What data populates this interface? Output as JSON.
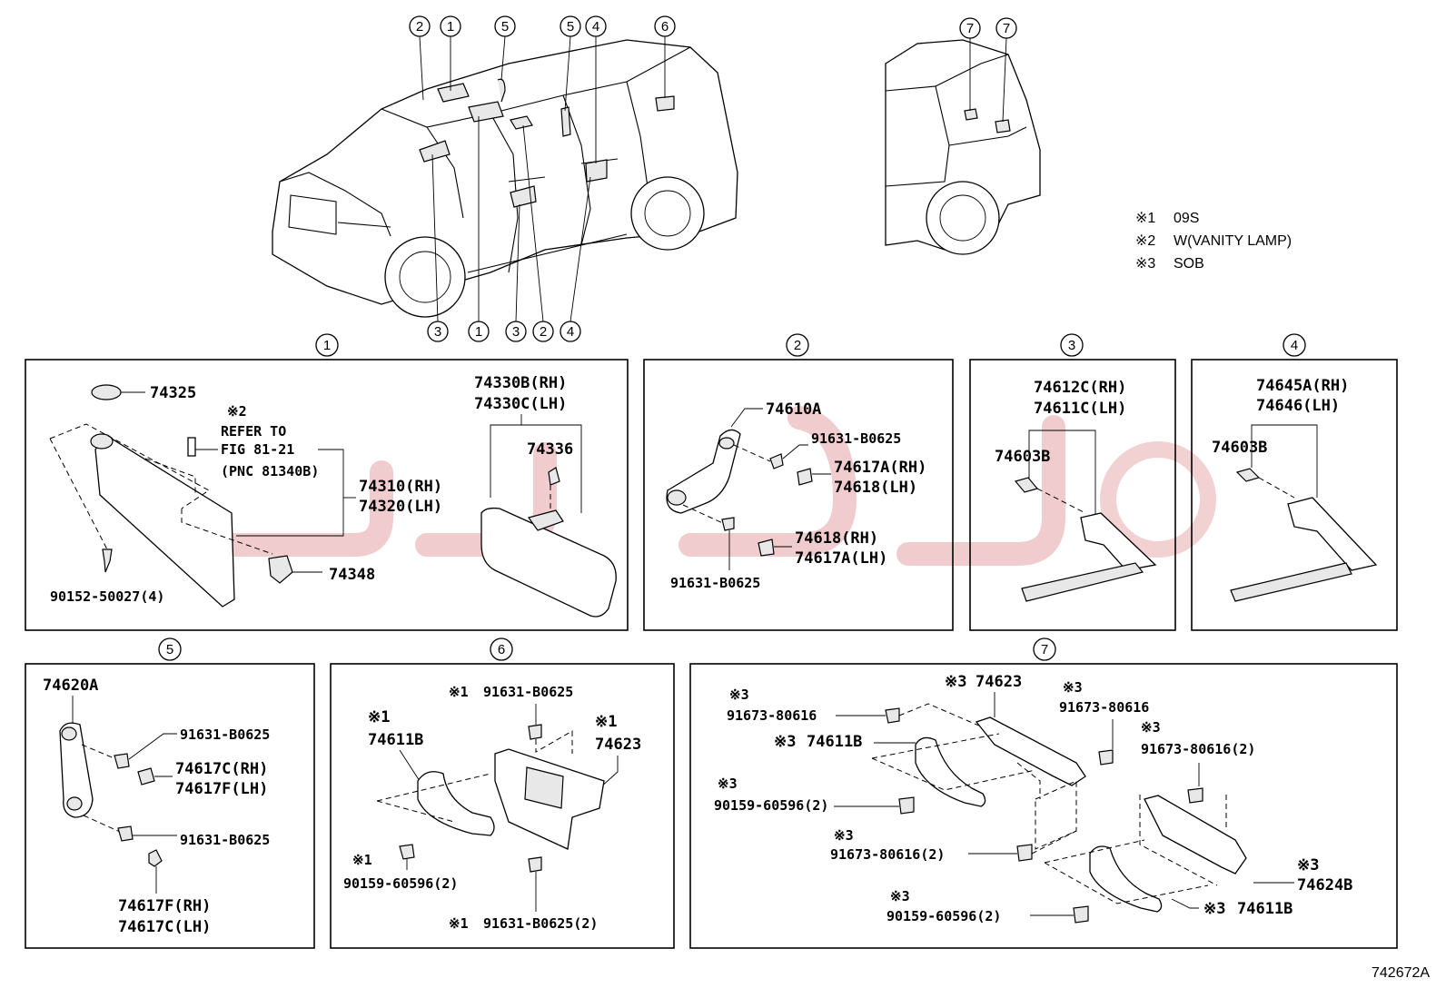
{
  "locator": {
    "left_top": [
      "2",
      "1",
      "5",
      "5",
      "4",
      "6"
    ],
    "left_bottom": [
      "3",
      "1",
      "3",
      "2",
      "4"
    ],
    "right_top": [
      "7",
      "7"
    ]
  },
  "notes": [
    {
      "mark": "※1",
      "text": "09S"
    },
    {
      "mark": "※2",
      "text": "W(VANITY LAMP)"
    },
    {
      "mark": "※3",
      "text": "SOB"
    }
  ],
  "panels": {
    "p1": {
      "number": "1",
      "labels": {
        "a": "74325",
        "note_mark": "※2",
        "refer1": "REFER TO",
        "refer2": "FIG 81-21",
        "refer3": "(PNC 81340B)",
        "visor_rh": "74310(RH)",
        "visor_lh": "74320(LH)",
        "screw": "90152-50027(4)",
        "clip": "74348",
        "visor2_rh": "74330B(RH)",
        "visor2_lh": "74330C(LH)",
        "holder": "74336"
      }
    },
    "p2": {
      "number": "2",
      "labels": {
        "grip": "74610A",
        "screw_top": "91631-B0625",
        "cap1_rh": "74617A(RH)",
        "cap1_lh": "74618(LH)",
        "cap2_rh": "74618(RH)",
        "cap2_lh": "74617A(LH)",
        "screw_bottom": "91631-B0625"
      }
    },
    "p3": {
      "number": "3",
      "labels": {
        "grip_rh": "74612C(RH)",
        "grip_lh": "74611C(LH)",
        "clip": "74603B"
      }
    },
    "p4": {
      "number": "4",
      "labels": {
        "grip_rh": "74645A(RH)",
        "grip_lh": "74646(LH)",
        "clip": "74603B"
      }
    },
    "p5": {
      "number": "5",
      "labels": {
        "grip": "74620A",
        "screw_top": "91631-B0625",
        "cap1_rh": "74617C(RH)",
        "cap1_lh": "74617F(LH)",
        "screw_bottom": "91631-B0625",
        "cap2_rh": "74617F(RH)",
        "cap2_lh": "74617C(LH)"
      }
    },
    "p6": {
      "number": "6",
      "labels": {
        "m1": "※1",
        "grip": "74611B",
        "screw_top_mark": "※1",
        "screw_top": "91631-B0625",
        "m2": "※1",
        "bracket": "74623",
        "screw_left_mark": "※1",
        "screw_left": "90159-60596(2)",
        "screw_bottom_mark": "※1",
        "screw_bottom": "91631-B0625(2)"
      }
    },
    "p7": {
      "number": "7",
      "labels": {
        "m_a": "※3",
        "screw_a": "91673-80616",
        "m_b": "※3",
        "bracket_top": "74623",
        "m_c": "※3",
        "screw_c": "91673-80616",
        "m_d": "※3",
        "grip_top": "74611B",
        "m_e": "※3",
        "screw_e": "91673-80616(2)",
        "m_f": "※3",
        "screw_f": "90159-60596(2)",
        "m_g": "※3",
        "screw_g": "91673-80616(2)",
        "m_h": "※3",
        "bracket_bottom": "74624B",
        "m_i": "※3",
        "screw_i": "90159-60596(2)",
        "m_j": "※3",
        "grip_bottom": "74611B"
      }
    }
  },
  "figure_id": "742672A"
}
